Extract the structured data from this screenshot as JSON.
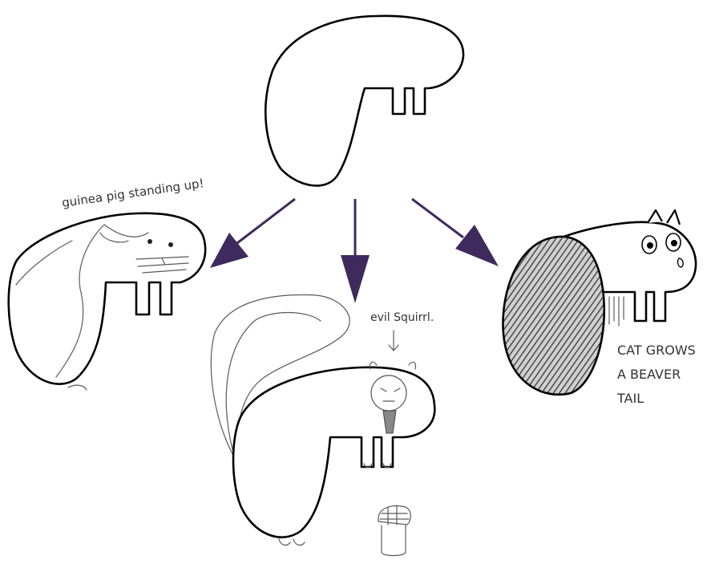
{
  "annotations": {
    "guinea_pig": "guinea pig standing up!",
    "evil_squirrel": "evil Squirrl.",
    "cat_beaver_line1": "CAT GROWS",
    "cat_beaver_line2": "A BEAVER",
    "cat_beaver_line3": "TAIL"
  },
  "colors": {
    "arrow": "#3f2a5e",
    "outline": "#000000",
    "pencil": "#5a5a5a",
    "background": "#ffffff"
  }
}
